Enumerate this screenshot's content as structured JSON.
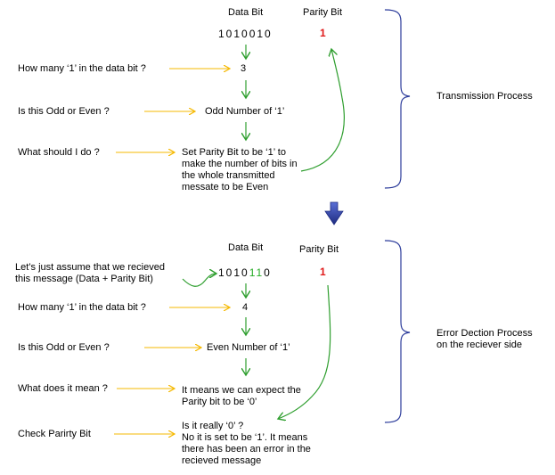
{
  "transmission": {
    "data_bit_header": "Data Bit",
    "parity_bit_header": "Parity Bit",
    "data_bits": "1010010",
    "parity_value": "1",
    "q1": "How many ‘1’ in the data bit ?",
    "a1": "3",
    "q2": "Is this Odd or Even ?",
    "a2": "Odd Number of ‘1’",
    "q3": "What should I do ?",
    "a3": [
      "Set Parity Bit to be ‘1’ to",
      "make the number of bits in",
      "the whole transmitted",
      "messate to be Even"
    ],
    "bracket_label": "Transmission Process"
  },
  "detection": {
    "data_bit_header": "Data Bit",
    "parity_bit_header": "Parity Bit",
    "data_bits_black_1": "1010",
    "data_bits_green": "11",
    "data_bits_black_2": "0",
    "parity_value": "1",
    "assume": [
      "Let’s just assume that we recieved",
      "this message (Data + Parity Bit)"
    ],
    "q1": "How many ‘1’ in the data bit ?",
    "a1": "4",
    "q2": "Is this Odd or Even ?",
    "a2": "Even Number of ‘1’",
    "q3": "What does it mean ?",
    "a3": [
      "It means we can expect the",
      "Parity bit to be ‘0’"
    ],
    "q4": "Check Parirty Bit",
    "a4": [
      "Is it really ‘0’ ?",
      "No it is set to be ‘1’. It means",
      "there has been an error in the",
      "recieved message"
    ],
    "bracket_label": [
      "Error Dection Process",
      "on the reciever side"
    ]
  },
  "colors": {
    "yellow_arrow": "#f5b800",
    "green_arrow": "#2e9e2e",
    "blue_arrow": "#2b3a9c",
    "bracket": "#2a3a9a",
    "red": "#e01818"
  }
}
